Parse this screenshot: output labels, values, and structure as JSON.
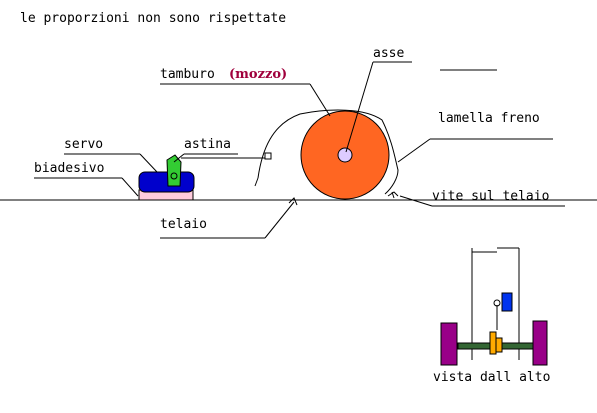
{
  "note": "le proporzioni non sono rispettate",
  "labels": {
    "asse": "asse",
    "tamburo": "tamburo",
    "mozzo": "(mozzo)",
    "lamella": "lamella freno",
    "servo": "servo",
    "astina": "astina",
    "biadesivo": "biadesivo",
    "vite": "vite sul telaio",
    "telaio": "telaio",
    "vista": "vista dall alto"
  },
  "colors": {
    "drum": "#ff6622",
    "axle": "#ddccff",
    "servo_body": "#0000cc",
    "servo_arm": "#33cc33",
    "tape": "#ffccdd",
    "wheel": "#990088",
    "rod": "#336633",
    "small_servo": "#0033ee",
    "hub": "#ffaa00",
    "mozzo_text": "#a0003c"
  }
}
